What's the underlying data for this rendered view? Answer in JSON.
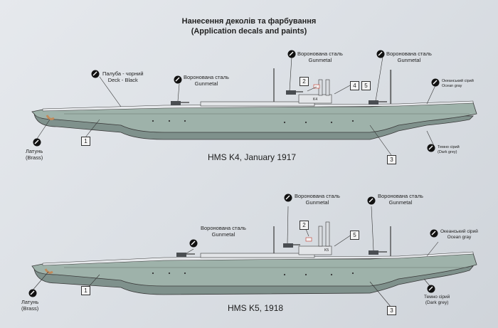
{
  "heading": {
    "line1": "Нанесення деколів та фарбування",
    "line2": "(Application decals and paints)"
  },
  "colors": {
    "hull_grey": "#9eb2aa",
    "bottom_dark": "#7f918c",
    "deck": "#e7e9ec",
    "outline": "#3a3a3a"
  },
  "ship_k4": {
    "caption": "HMS K4, January 1917",
    "deck": {
      "ua": "Палуба - чорний",
      "en": "Deck - Black"
    },
    "gun1": {
      "ua": "Воронована сталь",
      "en": "Gunmetal"
    },
    "gun2": {
      "ua": "Воронована сталь",
      "en": "Gunmetal"
    },
    "gun3": {
      "ua": "Воронована сталь",
      "en": "Gunmetal"
    },
    "ocean": {
      "ua": "Океанський сірий",
      "en": "Ocean gray"
    },
    "dark": {
      "ua": "Темно сірий",
      "en": "(Dark grey)"
    },
    "brass": {
      "ua": "Латунь",
      "en": "(Brass)"
    },
    "callouts": {
      "c1": "1",
      "c2": "2",
      "c3": "3",
      "c4": "4",
      "c5": "5"
    },
    "hull_marking": "K4"
  },
  "ship_k5": {
    "caption": "HMS K5, 1918",
    "gun1": {
      "ua": "Воронована сталь",
      "en": "Gunmetal"
    },
    "gun2": {
      "ua": "Воронована сталь",
      "en": "Gunmetal"
    },
    "gun3": {
      "ua": "Воронована сталь",
      "en": "Gunmetal"
    },
    "ocean": {
      "ua": "Океанський сірий",
      "en": "Ocean gray"
    },
    "dark": {
      "ua": "Темно сірий",
      "en": "(Dark grey)"
    },
    "brass": {
      "ua": "Латунь",
      "en": "(Brass)"
    },
    "callouts": {
      "c1": "1",
      "c2": "2",
      "c3": "3",
      "c5": "5"
    },
    "hull_marking": "K5"
  }
}
